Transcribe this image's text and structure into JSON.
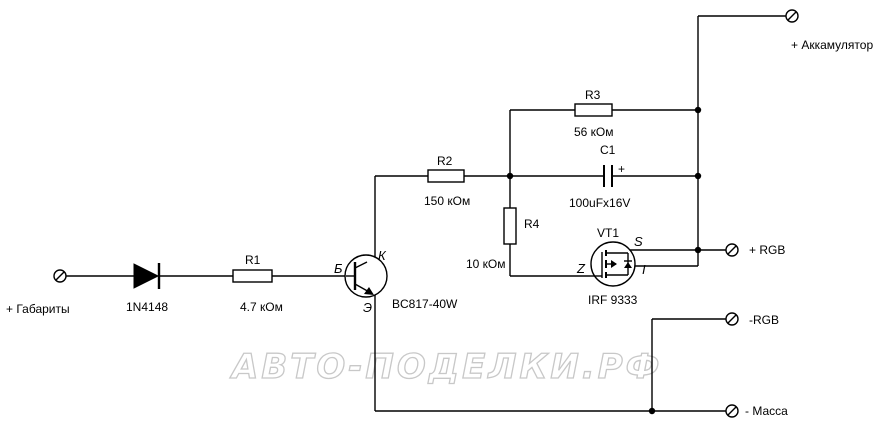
{
  "terminals": {
    "battery": "+ Аккамулятор",
    "parking_lights": "+ Габариты",
    "rgb_plus": "+ RGB",
    "rgb_minus": "-RGB",
    "ground": "- Масса"
  },
  "components": {
    "diode": {
      "value": "1N4148"
    },
    "r1": {
      "ref": "R1",
      "value": "4.7 кОм"
    },
    "r2": {
      "ref": "R2",
      "value": "150 кОм"
    },
    "r3": {
      "ref": "R3",
      "value": "56 кОм"
    },
    "r4": {
      "ref": "R4",
      "value": "10 кОм"
    },
    "c1": {
      "ref": "C1",
      "value": "100uFx16V",
      "polarity": "+"
    },
    "q1": {
      "value": "BC817-40W",
      "pin_base": "Б",
      "pin_collector": "К",
      "pin_emitter": "Э"
    },
    "vt1": {
      "ref": "VT1",
      "value": "IRF 9333",
      "pin_source": "S",
      "pin_gate": "Z",
      "pin_drain": "I"
    }
  },
  "watermark": "АВТО-ПОДЕЛКИ.РФ"
}
